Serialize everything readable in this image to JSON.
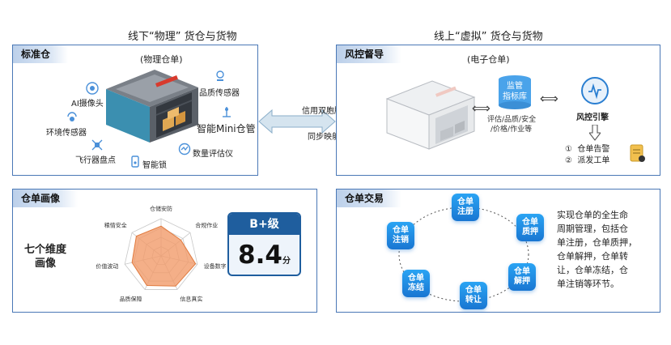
{
  "headers": {
    "offline": "线下“物理” 货仓与货物",
    "online": "线上“虚拟” 货仓与货物"
  },
  "std_panel": {
    "tag": "标准仓",
    "subtitle": "(物理仓单)",
    "labels": {
      "camera": "AI摄像头",
      "env": "环境传感器",
      "drone": "飞行器盘点",
      "lock": "智能锁",
      "quality": "品质传感器",
      "mini": "智能Mini仓管",
      "qty": "数量评估仪"
    }
  },
  "sync": {
    "top": "信用双胞胎",
    "bottom": "同步映射"
  },
  "risk_panel": {
    "tag": "风控督导",
    "subtitle": "(电子仓单)",
    "db_label": [
      "监管",
      "指标库"
    ],
    "metrics": [
      "评估/品质/安全",
      "/价格/作业等"
    ],
    "engine": "风控引擎",
    "actions": [
      {
        "num": "①",
        "text": "仓单告警"
      },
      {
        "num": "②",
        "text": "派发工单"
      }
    ]
  },
  "profile_panel": {
    "tag": "仓单画像",
    "dimension_title": [
      "七个维度",
      "画像"
    ],
    "radar_axes": [
      "仓储安防",
      "合规作业",
      "设备数字",
      "信息真实",
      "品质保障",
      "价值波动",
      "粮情安全"
    ],
    "grade": "B+级",
    "score": "8.4",
    "score_unit": "分"
  },
  "trade_panel": {
    "tag": "仓单交易",
    "cycle": [
      [
        "仓单",
        "注册"
      ],
      [
        "仓单",
        "质押"
      ],
      [
        "仓单",
        "解押"
      ],
      [
        "仓单",
        "转让"
      ],
      [
        "仓单",
        "冻结"
      ],
      [
        "仓单",
        "注销"
      ]
    ],
    "description": [
      "实现仓单的全生命",
      "周期管理，包括仓",
      "单注册，仓单质押，",
      "仓单解押，仓单转",
      "让，仓单冻结，仓",
      "单注销等环节。"
    ]
  },
  "chart_data": {
    "type": "radar",
    "axes": [
      "仓储安防",
      "合规作业",
      "设备数字",
      "信息真实",
      "品质保障",
      "价值波动",
      "粮情安全"
    ],
    "values": [
      0.8,
      0.68,
      0.95,
      0.9,
      0.88,
      0.8,
      0.85
    ]
  },
  "colors": {
    "accent": "#4a78b6",
    "bubble": "#1e88e5",
    "radar_fill": "#f19b6a",
    "grade_blue": "#1f5e9e"
  }
}
